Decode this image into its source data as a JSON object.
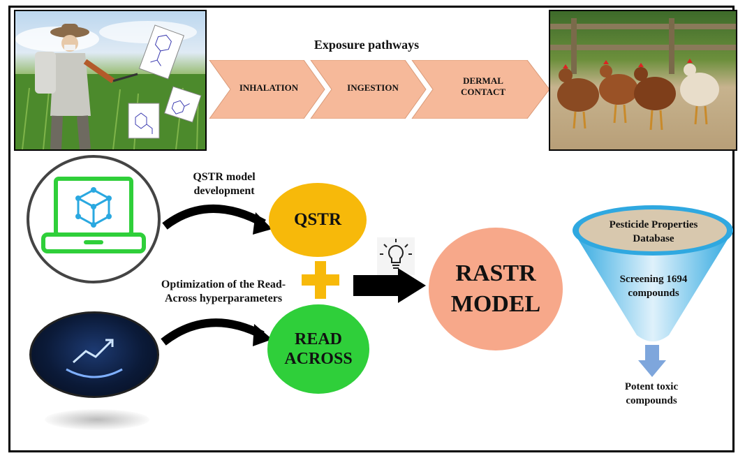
{
  "exposure": {
    "title": "Exposure pathways",
    "steps": [
      "INHALATION",
      "INGESTION",
      "DERMAL CONTACT"
    ]
  },
  "left": {
    "qstr_caption": "QSTR model development",
    "readacross_caption": "Optimization of the Read-Across hyperparameters"
  },
  "center": {
    "qstr_label": "QSTR",
    "readacross_label": "READ ACROSS"
  },
  "rastr": {
    "label": "RASTR MODEL"
  },
  "funnel": {
    "db_label": "Pesticide Properties Database",
    "screen_label": "Screening 1694 compounds",
    "result_label": "Potent toxic compounds"
  },
  "colors": {
    "chevron": "#f6b99a",
    "qstr": "#f7b90a",
    "readacross": "#2fcf3a",
    "rastr": "#f7a88a",
    "plus": "#f7b90a",
    "funnel_rim": "#2fa8e0",
    "funnel_db": "#d8c8ae",
    "down_arrow": "#7ea6dc"
  }
}
